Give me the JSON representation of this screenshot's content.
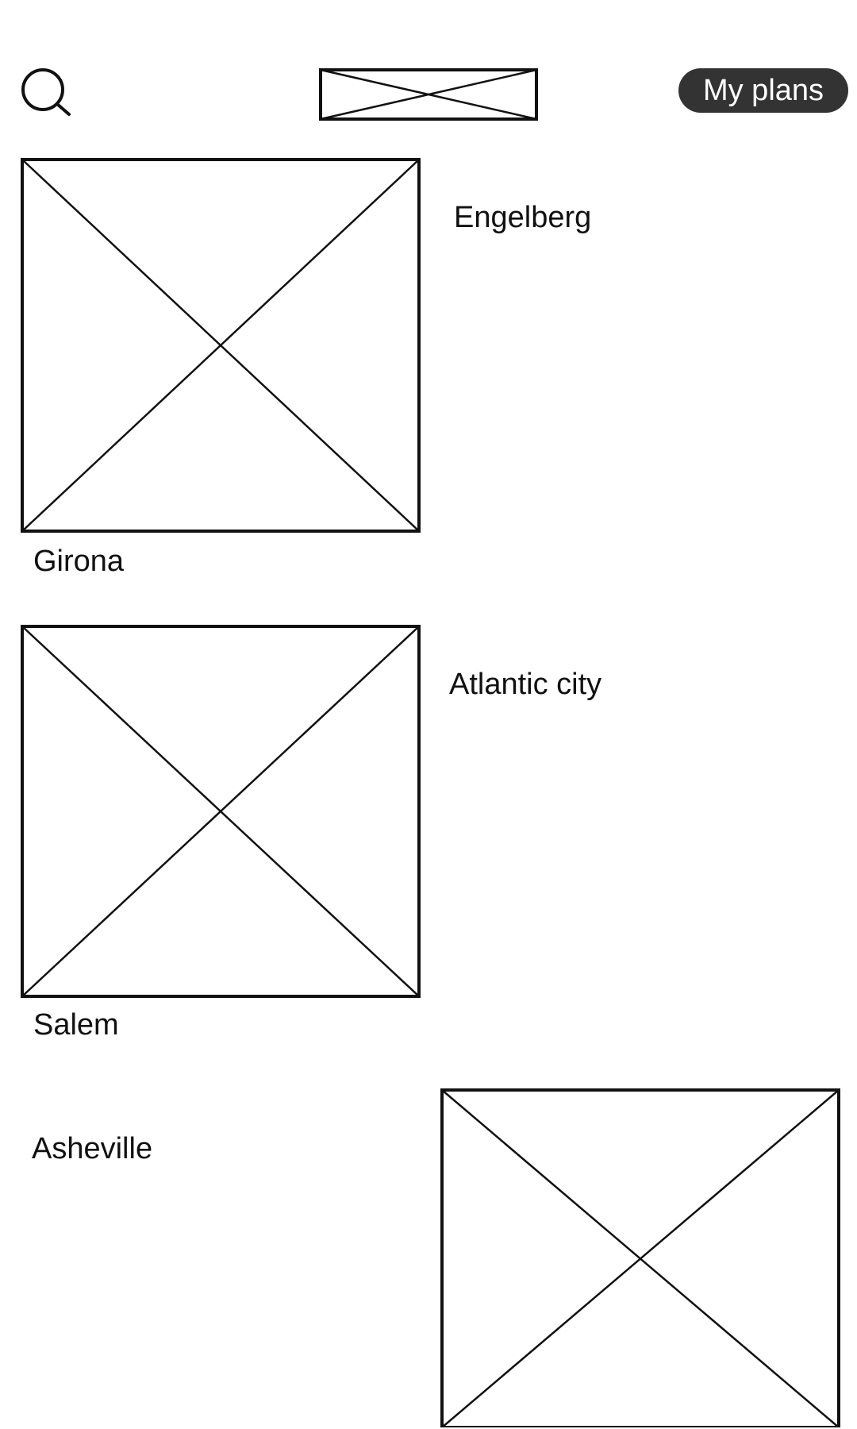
{
  "header": {
    "search_icon": "search-icon",
    "logo_placeholder": "image-placeholder-icon",
    "my_plans_label": "My plans",
    "my_plans_bg": "#333333",
    "my_plans_text_color": "#ffffff"
  },
  "places": [
    {
      "label": "Engelberg"
    },
    {
      "label": "Girona"
    },
    {
      "label": "Atlantic city"
    },
    {
      "label": "Salem"
    },
    {
      "label": "Asheville"
    }
  ],
  "image_placeholders": [
    {
      "icon": "image-placeholder-icon"
    },
    {
      "icon": "image-placeholder-icon"
    },
    {
      "icon": "image-placeholder-icon"
    }
  ]
}
